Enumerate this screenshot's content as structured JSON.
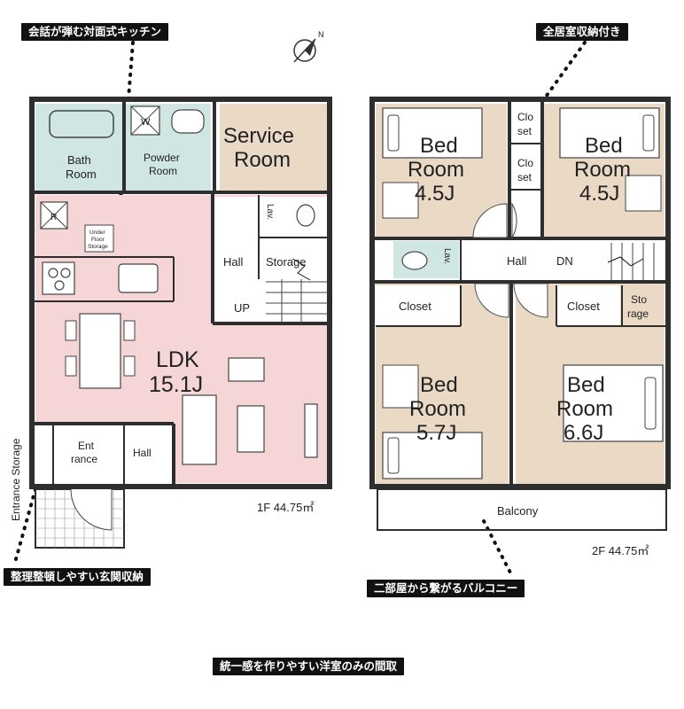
{
  "callouts": {
    "kitchen": "会話が弾む対面式キッチン",
    "storage_all": "全居室収納付き",
    "entrance_storage": "整理整頓しやすい玄関収納",
    "balcony": "二部屋から繋がるバルコニー",
    "layout": "統一感を作りやすい洋室のみの間取"
  },
  "floor1": {
    "label": "1F 44.75㎡",
    "rooms": {
      "bath": [
        "Bath",
        "Room"
      ],
      "powder": [
        "Powder",
        "Room"
      ],
      "service": [
        "Service",
        "Room"
      ],
      "ldk": [
        "LDK",
        "15.1J"
      ],
      "hall_upper": "Hall",
      "storage": "Storage",
      "up": "UP",
      "lav": "Lav.",
      "under_floor": [
        "Under",
        "Floor",
        "Storage"
      ],
      "entrance": [
        "Ent",
        "rance"
      ],
      "hall_lower": "Hall",
      "entrance_storage": "Entrance Storage",
      "w": "W",
      "r": "R"
    }
  },
  "floor2": {
    "label": "2F 44.75㎡",
    "rooms": {
      "bed1": [
        "Bed",
        "Room",
        "4.5J"
      ],
      "bed2": [
        "Bed",
        "Room",
        "4.5J"
      ],
      "bed3": [
        "Bed",
        "Room",
        "5.7J"
      ],
      "bed4": [
        "Bed",
        "Room",
        "6.6J"
      ],
      "closet_a": [
        "Clo",
        "set"
      ],
      "closet_b": [
        "Clo",
        "set"
      ],
      "closet_c": "Closet",
      "closet_d": "Closet",
      "storage_small": [
        "Sto",
        "rage"
      ],
      "hall": "Hall",
      "dn": "DN",
      "lav": "Lav.",
      "balcony": "Balcony"
    }
  },
  "colors": {
    "ldk": "#f5d5d5",
    "service_room": "#ead9c4",
    "bedroom": "#ead9c4",
    "wet_area": "#cfe6e2",
    "wall": "#2e2e2e",
    "callout_bg": "#111111"
  },
  "compass": "N"
}
